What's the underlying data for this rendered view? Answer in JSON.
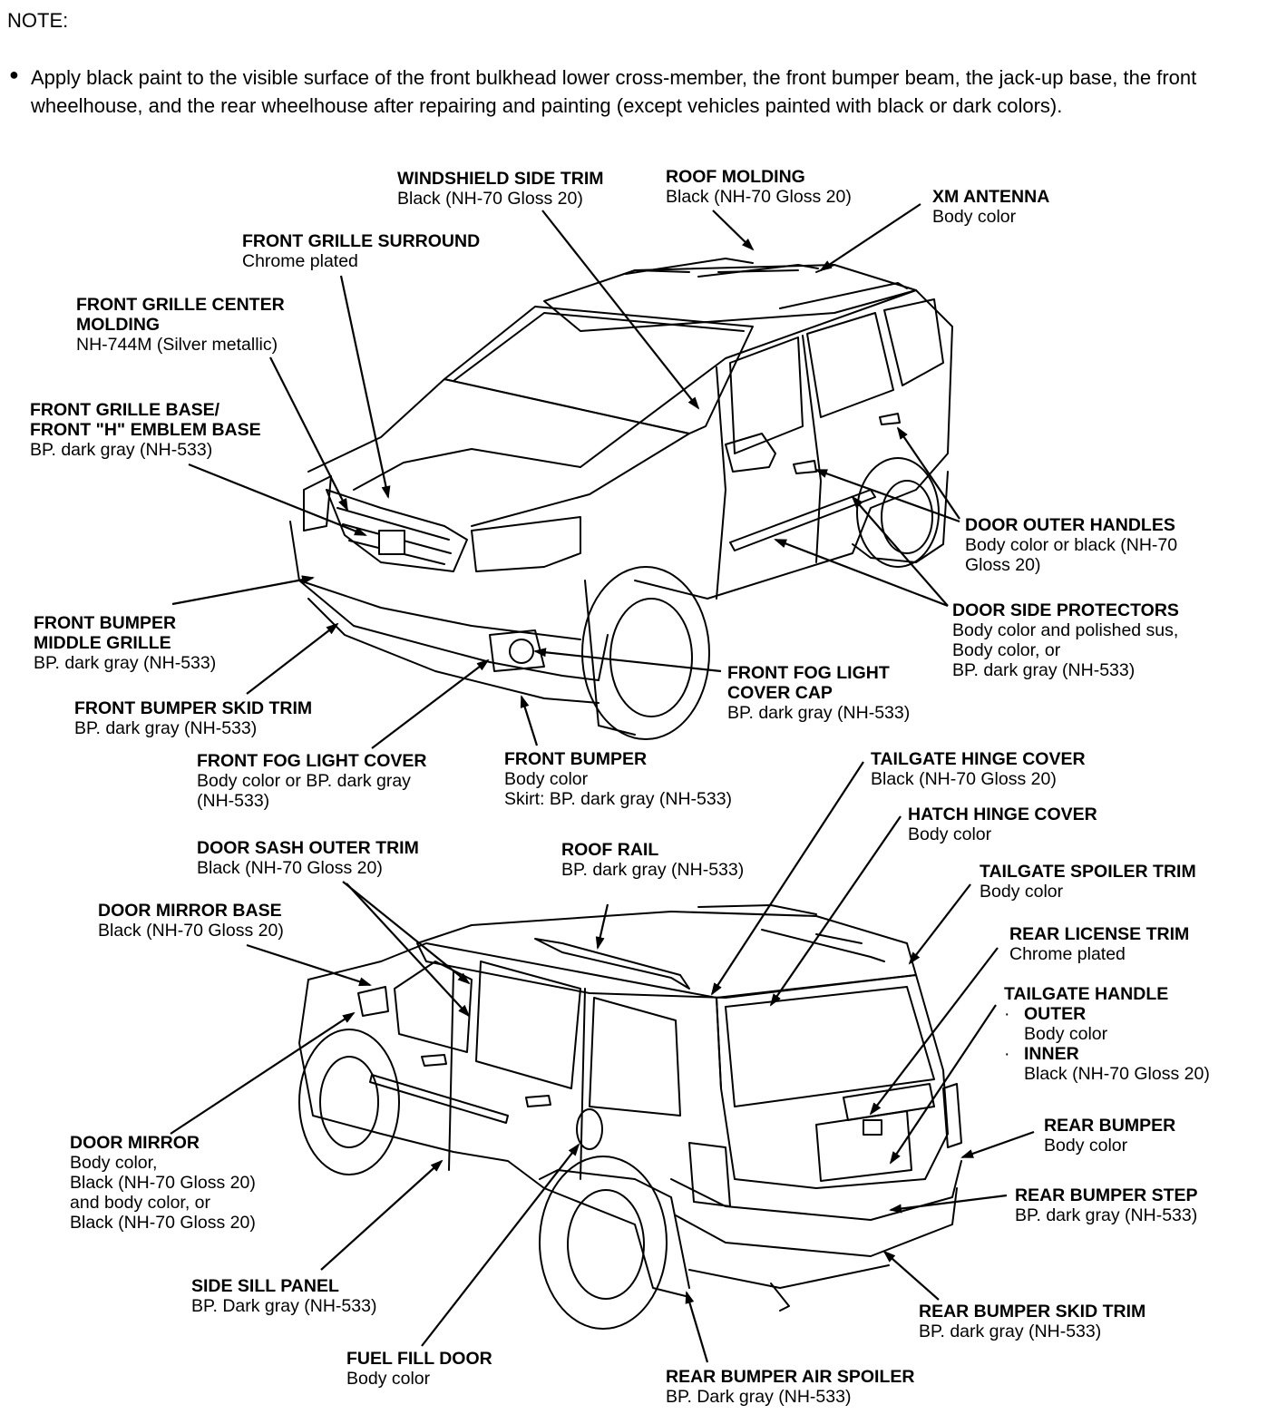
{
  "note": {
    "title": "NOTE:",
    "bullet": "●",
    "text": "Apply black paint to the visible surface of the front bulkhead lower cross-member, the front bumper beam, the jack-up base, the front wheelhouse, and the rear wheelhouse after repairing and painting (except vehicles painted with black or dark colors)."
  },
  "front_view": {
    "labels": [
      {
        "id": "windshield-side-trim",
        "title": "WINDSHIELD SIDE TRIM",
        "desc": [
          "Black (NH-70 Gloss 20)"
        ]
      },
      {
        "id": "roof-molding",
        "title": "ROOF MOLDING",
        "desc": [
          "Black (NH-70 Gloss 20)"
        ]
      },
      {
        "id": "xm-antenna",
        "title": "XM ANTENNA",
        "desc": [
          "Body color"
        ]
      },
      {
        "id": "front-grille-surround",
        "title": "FRONT GRILLE SURROUND",
        "desc": [
          "Chrome plated"
        ]
      },
      {
        "id": "front-grille-center-molding",
        "title": "FRONT GRILLE CENTER\nMOLDING",
        "desc": [
          "NH-744M (Silver metallic)"
        ]
      },
      {
        "id": "front-grille-base",
        "title": "FRONT GRILLE BASE/\nFRONT \"H\" EMBLEM BASE",
        "desc": [
          "BP. dark gray (NH-533)"
        ]
      },
      {
        "id": "door-outer-handles",
        "title": "DOOR OUTER HANDLES",
        "desc": [
          "Body color or black (NH-70",
          "Gloss 20)"
        ]
      },
      {
        "id": "door-side-protectors",
        "title": "DOOR SIDE PROTECTORS",
        "desc": [
          "Body color and polished sus,",
          "Body color, or",
          "BP. dark gray (NH-533)"
        ]
      },
      {
        "id": "front-bumper-middle-grille",
        "title": "FRONT BUMPER\nMIDDLE GRILLE",
        "desc": [
          "BP. dark gray (NH-533)"
        ]
      },
      {
        "id": "front-fog-light-cover-cap",
        "title": "FRONT FOG LIGHT\nCOVER CAP",
        "desc": [
          "BP. dark gray (NH-533)"
        ]
      },
      {
        "id": "front-bumper-skid-trim",
        "title": "FRONT BUMPER SKID TRIM",
        "desc": [
          "BP. dark gray (NH-533)"
        ]
      },
      {
        "id": "front-fog-light-cover",
        "title": "FRONT FOG LIGHT COVER",
        "desc": [
          "Body color or BP. dark gray",
          "(NH-533)"
        ]
      },
      {
        "id": "front-bumper",
        "title": "FRONT BUMPER",
        "desc": [
          "Body color",
          "Skirt: BP. dark gray (NH-533)"
        ]
      }
    ]
  },
  "rear_view": {
    "labels": [
      {
        "id": "tailgate-hinge-cover",
        "title": "TAILGATE HINGE COVER",
        "desc": [
          "Black (NH-70 Gloss 20)"
        ]
      },
      {
        "id": "hatch-hinge-cover",
        "title": "HATCH HINGE COVER",
        "desc": [
          "Body color"
        ]
      },
      {
        "id": "door-sash-outer-trim",
        "title": "DOOR SASH OUTER TRIM",
        "desc": [
          "Black (NH-70 Gloss 20)"
        ]
      },
      {
        "id": "roof-rail",
        "title": "ROOF RAIL",
        "desc": [
          "BP. dark gray (NH-533)"
        ]
      },
      {
        "id": "tailgate-spoiler-trim",
        "title": "TAILGATE SPOILER TRIM",
        "desc": [
          "Body color"
        ]
      },
      {
        "id": "door-mirror-base",
        "title": "DOOR MIRROR BASE",
        "desc": [
          "Black (NH-70 Gloss 20)"
        ]
      },
      {
        "id": "rear-license-trim",
        "title": "REAR LICENSE TRIM",
        "desc": [
          "Chrome plated"
        ]
      },
      {
        "id": "tailgate-handle",
        "title": "TAILGATE HANDLE",
        "sub": [
          {
            "bullet": "·",
            "title": "OUTER",
            "desc": "Body color"
          },
          {
            "bullet": "·",
            "title": "INNER",
            "desc": "Black (NH-70 Gloss 20)"
          }
        ]
      },
      {
        "id": "rear-bumper",
        "title": "REAR BUMPER",
        "desc": [
          "Body color"
        ]
      },
      {
        "id": "door-mirror",
        "title": "DOOR MIRROR",
        "desc": [
          "Body color,",
          "Black (NH-70 Gloss 20)",
          "and body color, or",
          "Black (NH-70 Gloss 20)"
        ]
      },
      {
        "id": "rear-bumper-step",
        "title": "REAR BUMPER STEP",
        "desc": [
          "BP. dark gray (NH-533)"
        ]
      },
      {
        "id": "side-sill-panel",
        "title": "SIDE SILL PANEL",
        "desc": [
          "BP. Dark gray (NH-533)"
        ]
      },
      {
        "id": "rear-bumper-skid-trim",
        "title": "REAR BUMPER SKID TRIM",
        "desc": [
          "BP. dark gray (NH-533)"
        ]
      },
      {
        "id": "fuel-fill-door",
        "title": "FUEL FILL DOOR",
        "desc": [
          "Body color"
        ]
      },
      {
        "id": "rear-bumper-air-spoiler",
        "title": "REAR BUMPER AIR SPOILER",
        "desc": [
          "BP. Dark gray (NH-533)"
        ]
      }
    ]
  }
}
